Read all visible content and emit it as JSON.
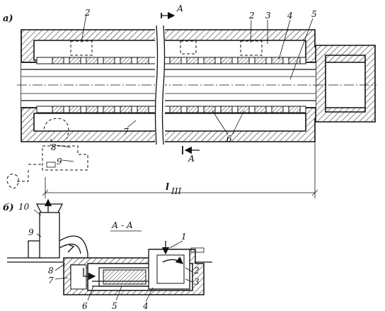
{
  "view_a": {
    "label": "а)",
    "section_mark": "А",
    "dimension": "l",
    "dimension_sub": "III",
    "callouts": {
      "c2a": "2",
      "c2b": "2",
      "c3": "3",
      "c4": "4",
      "c5": "5",
      "c6": "6",
      "c7": "7",
      "c8": "8",
      "c9": "9"
    }
  },
  "view_b": {
    "label": "б)",
    "section_title": "А - А",
    "callouts": {
      "c1": "1",
      "c2": "2",
      "c3": "3",
      "c4": "4",
      "c5": "5",
      "c6": "6",
      "c7": "7",
      "c8": "8",
      "c9": "9",
      "c10": "10"
    }
  }
}
